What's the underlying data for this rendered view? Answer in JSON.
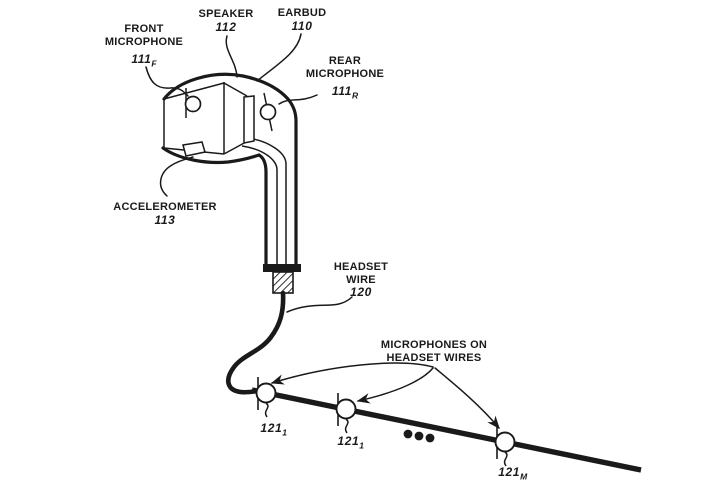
{
  "figure": {
    "type": "patent-line-drawing",
    "background_color": "#ffffff",
    "ink_color": "#1a1a1a",
    "labels": {
      "front_mic": {
        "line1": "FRONT",
        "line2": "MICROPHONE",
        "num": "111",
        "sub": "F"
      },
      "speaker": {
        "line1": "SPEAKER",
        "num": "112"
      },
      "earbud": {
        "line1": "EARBUD",
        "num": "110"
      },
      "rear_mic": {
        "line1": "REAR",
        "line2": "MICROPHONE",
        "num": "111",
        "sub": "R"
      },
      "accelerometer": {
        "line1": "ACCELEROMETER",
        "num": "113"
      },
      "headset_wire": {
        "line1": "HEADSET",
        "line2": "WIRE",
        "num": "120"
      },
      "wire_mics_caption": {
        "line1": "MICROPHONES ON",
        "line2": "HEADSET WIRES"
      },
      "wire_mic_1": {
        "num": "121",
        "sub": "1"
      },
      "wire_mic_2": {
        "num": "121",
        "sub": "1"
      },
      "wire_mic_m": {
        "num": "121",
        "sub": "M"
      }
    },
    "drawing_parts": [
      "earbud-body",
      "front-microphone",
      "speaker-driver",
      "rear-microphone",
      "accelerometer-chip",
      "stem-with-wire-channels",
      "hatched-strain-relief",
      "curved-headset-wire",
      "long-wire-line",
      "three-wire-microphones",
      "ellipsis-dots",
      "leader-lines",
      "arrow-callouts"
    ]
  }
}
